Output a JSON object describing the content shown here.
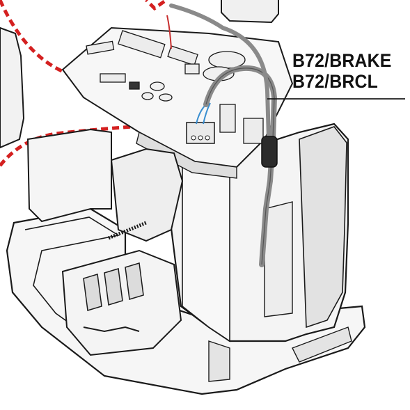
{
  "diagram": {
    "callout": {
      "lines": [
        "B72/BRAKE",
        "B72/BRCL"
      ]
    },
    "colors": {
      "outline": "#1a1a1a",
      "housing_fill": "#f4f4f4",
      "shadow": "#d6d6d6",
      "dash_boundary": "#d42020",
      "cable": "#8a8a8a",
      "cable_dark": "#555555",
      "ferrite": "#2b2b2b",
      "wire_blue": "#3a8fd0",
      "wire_red": "#c83030"
    },
    "components": [
      "gear-motor-housing",
      "control-board",
      "terminal-block",
      "brake-cable",
      "ferrite-core",
      "drive-pinion",
      "base-plate"
    ]
  }
}
